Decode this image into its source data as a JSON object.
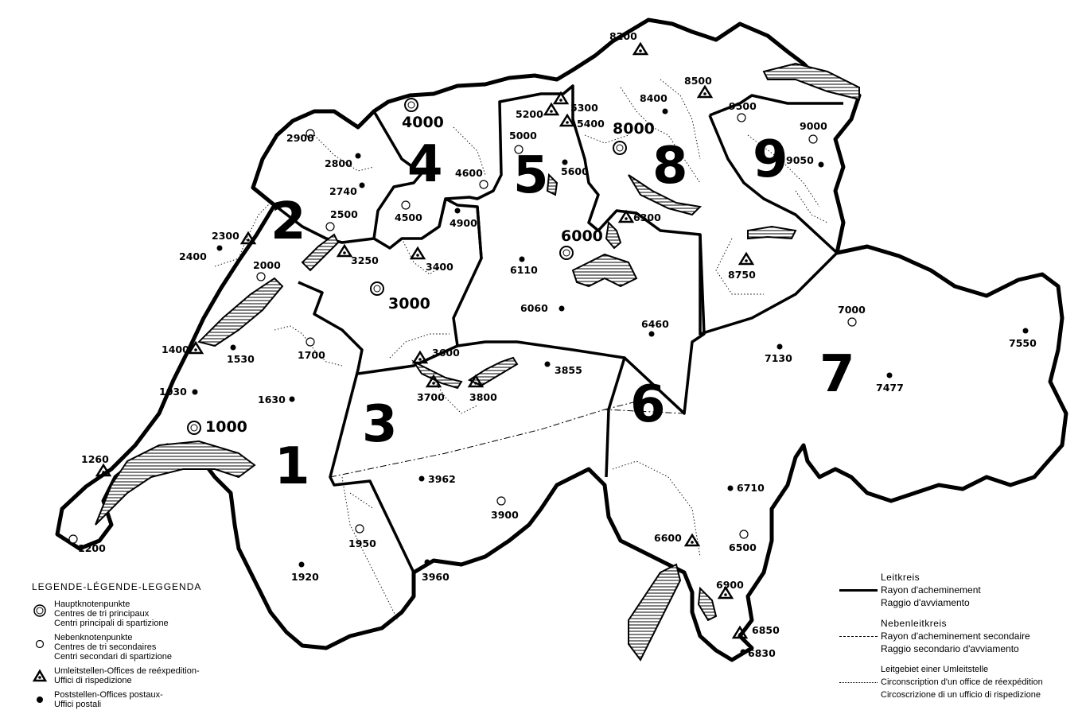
{
  "zones": [
    "1",
    "2",
    "3",
    "4",
    "5",
    "6",
    "7",
    "8",
    "9"
  ],
  "main_centres": [
    "1000",
    "3000",
    "4000",
    "6000",
    "8000"
  ],
  "secondary_centres": [
    "1200",
    "1700",
    "1950",
    "2000",
    "2500",
    "2900",
    "3900",
    "4500",
    "4600",
    "5000",
    "6500",
    "7000",
    "9000",
    "9500"
  ],
  "redispatch_offices": [
    "1260",
    "1400",
    "2300",
    "3250",
    "3400",
    "3600",
    "3700",
    "3800",
    "5200",
    "5300",
    "5400",
    "6300",
    "6600",
    "6850",
    "6900",
    "8200",
    "8500",
    "8750"
  ],
  "post_offices": [
    "1030",
    "1530",
    "1630",
    "1920",
    "2400",
    "2740",
    "2800",
    "3855",
    "3960",
    "3962",
    "4900",
    "5600",
    "6060",
    "6110",
    "6460",
    "6710",
    "6830",
    "7130",
    "7477",
    "7550",
    "8400",
    "9050"
  ],
  "legend": {
    "title": "LEGENDE-LÉGENDE-LEGGENDA",
    "main": [
      "Hauptknotenpunkte",
      "Centres de tri principaux",
      "Centri principali di spartizione"
    ],
    "secondary": [
      "Nebenknotenpunkte",
      "Centres de tri secondaires",
      "Centri secondari di spartizione"
    ],
    "redispatch": [
      "Umleitstellen-Offices de reéxpedition-",
      "Uffici di rispedizione"
    ],
    "post": [
      "Poststellen-Offices postaux-",
      "Uffici postali"
    ]
  },
  "right_legend": {
    "leitkreis": "Leitkreis",
    "rayon": "Rayon d'acheminement",
    "raggio": "Raggio d'avviamento",
    "nebenleitkreis": "Nebenleitkreis",
    "rayon_sec": "Rayon d'acheminement secondaire",
    "raggio_sec": "Raggio secondario d'avviamento",
    "leitgebiet": "Leitgebiet einer Umleitstelle",
    "circ_fr": "Circonscription d'un office de réexpédition",
    "circ_it": "Circoscrizione di un ufficio di rispedizione"
  }
}
